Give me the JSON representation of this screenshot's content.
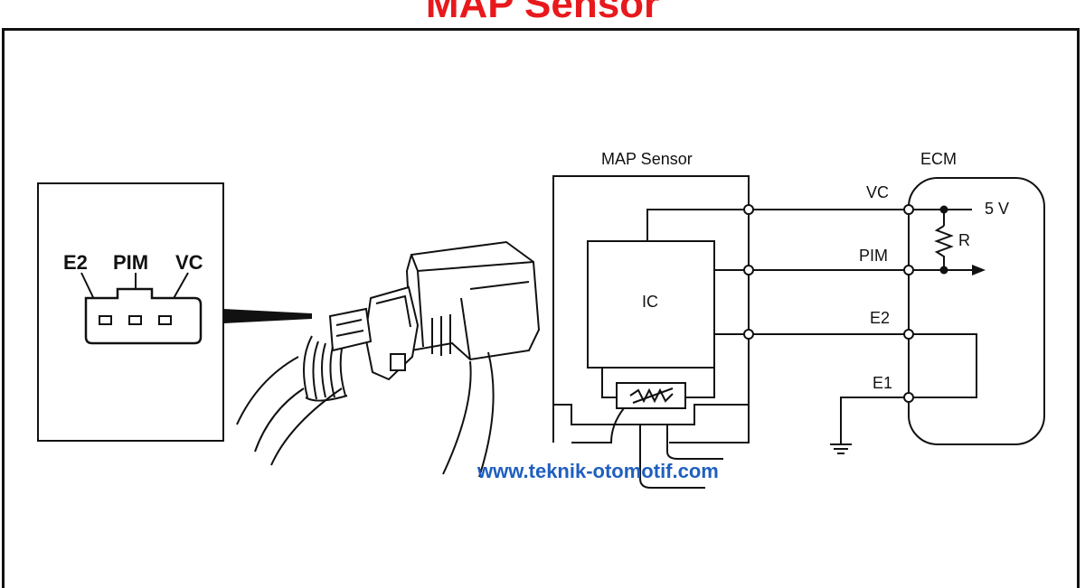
{
  "title": "MAP Sensor",
  "connector": {
    "pins": [
      "E2",
      "PIM",
      "VC"
    ]
  },
  "circuit": {
    "sensor_label": "MAP Sensor",
    "ic_label": "IC",
    "ecm_label": "ECM",
    "voltage_label": "5 V",
    "resistor_label": "R",
    "terminals": [
      "VC",
      "PIM",
      "E2",
      "E1"
    ]
  },
  "watermark": "www.teknik-otomotif.com",
  "colors": {
    "title": "#e8191c",
    "watermark": "#1f5fbf",
    "line": "#111111"
  }
}
